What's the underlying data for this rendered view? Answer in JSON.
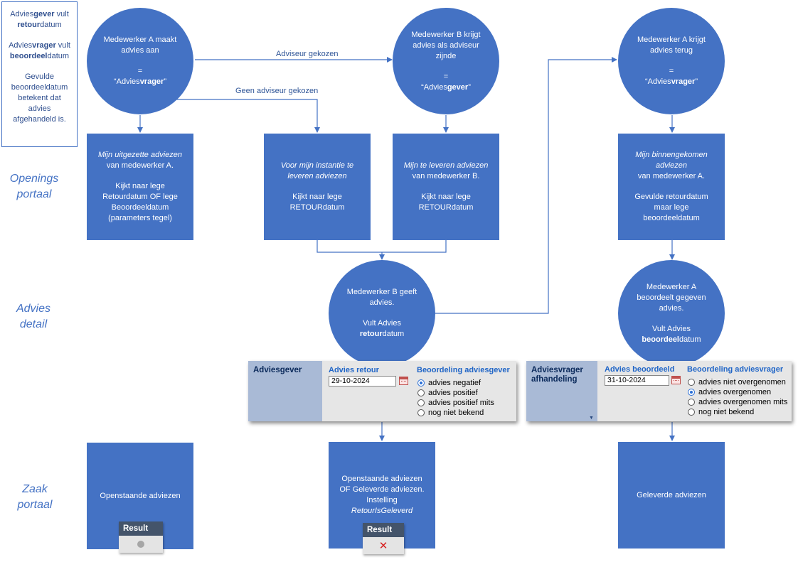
{
  "legend": {
    "l1a": "Advies",
    "l1b": "gever",
    "l1c": " vult",
    "l2a": "retour",
    "l2b": "datum",
    "l3a": "Advies",
    "l3b": "vrager",
    "l3c": " vult",
    "l4a": "beoordeel",
    "l4b": "datum",
    "p3": [
      "Gevulde",
      "beoordeeldatum",
      "betekent dat",
      "advies",
      "afgehandeld is."
    ]
  },
  "sections": {
    "openings": [
      "Openings",
      "portaal"
    ],
    "detail": [
      "Advies",
      "detail"
    ],
    "zaak": [
      "Zaak",
      "portaal"
    ]
  },
  "edges": {
    "gekozen": "Adviseur gekozen",
    "geen": "Geen adviseur gekozen"
  },
  "circles": {
    "c1": {
      "l1": "Medewerker A maakt",
      "l2": "advies aan",
      "eq": "=",
      "q1": "“Advies",
      "q2": "vrager",
      "q3": "”"
    },
    "c2": {
      "l1": "Medewerker B krijgt",
      "l2": "advies als adviseur",
      "l3": "zijnde",
      "eq": "=",
      "q1": "“Advies",
      "q2": "gever",
      "q3": "”"
    },
    "c3": {
      "l1": "Medewerker A krijgt",
      "l2": "advies terug",
      "eq": "=",
      "q1": "“Advies",
      "q2": "vrager",
      "q3": "”"
    },
    "c4": {
      "l1": "Medewerker B geeft",
      "l2": "advies.",
      "l3": "Vult Advies",
      "l4a": "retour",
      "l4b": "datum"
    },
    "c5": {
      "l1": "Medewerker A",
      "l2": "beoordeelt gegeven",
      "l3": "advies.",
      "l4": "Vult Advies",
      "l5a": "beoordeel",
      "l5b": "datum"
    }
  },
  "boxes": {
    "b1": {
      "i1": "Mijn uitgezette adviezen",
      "l1": "van medewerker A.",
      "l2": "Kijkt naar lege",
      "l3": "Retourdatum OF lege",
      "l4": "Beoordeeldatum",
      "l5": "(parameters tegel)"
    },
    "b2": {
      "i1": "Voor mijn instantie te",
      "i2": "leveren adviezen",
      "l1": "Kijkt naar lege",
      "l2": "RETOURdatum"
    },
    "b3": {
      "i1": "Mijn te leveren adviezen",
      "l1": "van medewerker B.",
      "l2": "Kijkt naar lege",
      "l3": "RETOURdatum"
    },
    "b4": {
      "i1": "Mijn binnengekomen",
      "i2": "adviezen",
      "l1": "van medewerker A.",
      "l2": "Gevulde retourdatum",
      "l3": "maar lege",
      "l4": "beoordeeldatum"
    },
    "z1": {
      "l1": "Openstaande adviezen"
    },
    "z2": {
      "l1": "Openstaande adviezen",
      "l2": "OF Geleverde adviezen.",
      "l3": "Instelling",
      "i1": "RetourIsGeleverd"
    },
    "z3": {
      "l1": "Geleverde adviezen"
    }
  },
  "form1": {
    "title": "Adviesgever",
    "date_label": "Advies retour",
    "date_value": "29-10-2024",
    "radio_label": "Beoordeling adviesgever",
    "options": [
      "advies negatief",
      "advies positief",
      "advies positief mits",
      "nog niet bekend"
    ],
    "selected": 0
  },
  "form2": {
    "title1": "Adviesvrager",
    "title2": "afhandeling",
    "date_label": "Advies beoordeeld",
    "date_value": "31-10-2024",
    "radio_label": "Beoordeling adviesvrager",
    "options": [
      "advies niet overgenomen",
      "advies overgenomen",
      "advies overgenomen mits",
      "nog niet bekend"
    ],
    "selected": 1
  },
  "results": {
    "r1": {
      "label": "Result",
      "state": "neutral"
    },
    "r2": {
      "label": "Result",
      "state": "fail"
    }
  },
  "colors": {
    "shape": "#4472c4",
    "line": "#4472c4",
    "label": "#2f5597"
  }
}
